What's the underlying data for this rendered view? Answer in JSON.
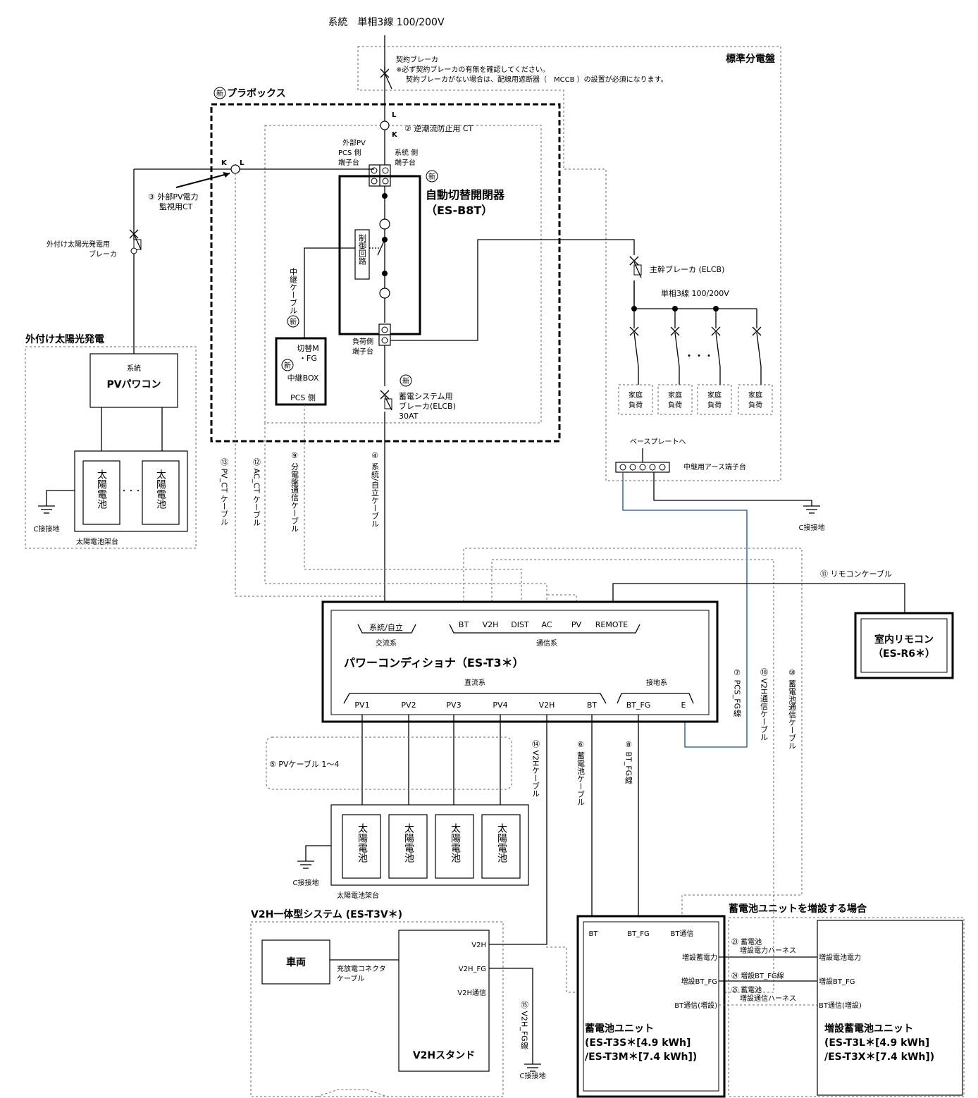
{
  "grid_title": "系統　単相3線 100/200V",
  "panel": {
    "title": "標準分電盤",
    "contract_breaker": "契約ブレーカ",
    "note1": "※必ず契約ブレーカの有無を確認してください。",
    "note2": "契約ブレーカがない場合は、配線用遮断器（　MCCB ）の設置が必須になります。",
    "main_breaker": "主幹ブレーカ (ELCB)",
    "feeder": "単相3線 100/200V",
    "load_line1": "家庭",
    "load_line2": "負荷",
    "ellipsis": "・・・",
    "baseplate": "ベースプレートへ",
    "earth_terminal": "中継用アース端子台",
    "ground": "C接接地"
  },
  "plabox": {
    "new": "新",
    "title": "プラボックス",
    "ct_L": "L",
    "ct_K": "K",
    "ct2": "② 逆潮流防止用 CT",
    "ext_pv_line1": "外部PV",
    "ext_pv_line2": "PCS 側",
    "ext_pv_line3": "端子台",
    "grid_side_line1": "系統 側",
    "grid_side_line2": "端子台",
    "switch_title": "自動切替開閉器",
    "switch_model": "（ES-B8T）",
    "control": "制御回路",
    "load_side_line1": "負荷側",
    "load_side_line2": "端子台",
    "relay_cable": "中継ケーブル",
    "relay_box_line1": "切替M",
    "relay_box_line2": "・FG",
    "relay_box_line3": "中継BOX",
    "relay_box_line4": "PCS 側",
    "battery_breaker_line1": "蓄電システム用",
    "battery_breaker_line2": "ブレーカ(ELCB)",
    "battery_breaker_line3": "30AT",
    "ct3_K": "K",
    "ct3_L": "L",
    "ct3_line1": "③ 外部PV電力",
    "ct3_line2": "監視用CT"
  },
  "external_pv": {
    "title": "外付け太陽光発電",
    "breaker_line1": "外付け太陽光発電用",
    "breaker_line2": "ブレーカ",
    "pcs_small": "系統",
    "pcs": "PVパワコン",
    "panel": "太陽電池",
    "dots": "・・・",
    "rack": "太陽電池架台",
    "ground": "C接接地"
  },
  "cables": {
    "c13": "⑬ PV_CT ケーブル",
    "c12": "⑫ AC_CT ケーブル",
    "c9": "⑨ 分電盤通信ケーブル",
    "c4": "④ 系統/自立ケーブル",
    "c11": "⑪ リモコンケーブル",
    "c7": "⑦ PCS_FG線",
    "c18": "⑱ V2H通信ケーブル",
    "c10": "⑩ 蓄電池通信ケーブル",
    "c5": "⑤ PVケーブル 1～4",
    "c14": "⑭ V2Hケーブル",
    "c6": "⑥ 蓄電池ケーブル",
    "c8": "⑧ BT_FG線",
    "c15": "⑮ V2H_FG線"
  },
  "pcs": {
    "title": "パワーコンディショナ（ES-T3＊）",
    "ac_group": "交流系",
    "comm_group": "通信系",
    "dc_group": "直流系",
    "earth_group": "接地系",
    "ac_port": "系統/自立",
    "comm_ports": [
      "BT",
      "V2H",
      "DIST",
      "AC",
      "PV",
      "REMOTE"
    ],
    "dc_ports": [
      "PV1",
      "PV2",
      "PV3",
      "PV4",
      "V2H",
      "BT"
    ],
    "earth_ports": [
      "BT_FG",
      "E"
    ]
  },
  "remote": {
    "line1": "室内リモコン",
    "line2": "（ES-R6＊）"
  },
  "solar": {
    "panel": "太陽電池",
    "rack": "太陽電池架台",
    "ground": "C接接地"
  },
  "v2h": {
    "title": "V2H一体型システム (ES-T3V＊)",
    "vehicle": "車両",
    "connector_line1": "充放電コネクタ",
    "connector_line2": "ケーブル",
    "stand_ports": [
      "V2H",
      "V2H_FG",
      "V2H通信"
    ],
    "stand": "V2Hスタンド",
    "ground": "C接接地"
  },
  "battery": {
    "ports": [
      "BT",
      "BT_FG",
      "BT通信"
    ],
    "port_power": "増設蓄電力",
    "port_fg": "増設BT_FG",
    "port_comm": "BT通信(増設)",
    "title": "蓄電池ユニット",
    "model1": "(ES-T3S＊[4.9 kWh]",
    "model2": "/ES-T3M＊[7.4 kWh])"
  },
  "expansion": {
    "title": "蓄電池ユニットを増設する場合",
    "h23_line1": "㉓ 蓄電池",
    "h23_line2": "増設電力ハーネス",
    "h24": "㉔ 増設BT_FG線",
    "h25_line1": "㉕ 蓄電池",
    "h25_line2": "増設通信ハーネス",
    "port_power": "増設電池電力",
    "port_fg": "増設BT_FG",
    "port_comm": "BT通信(増設)",
    "title2": "増設蓄電池ユニット",
    "model1": "(ES-T3L＊[4.9 kWh]",
    "model2": "/ES-T3X＊[7.4 kWh])"
  }
}
